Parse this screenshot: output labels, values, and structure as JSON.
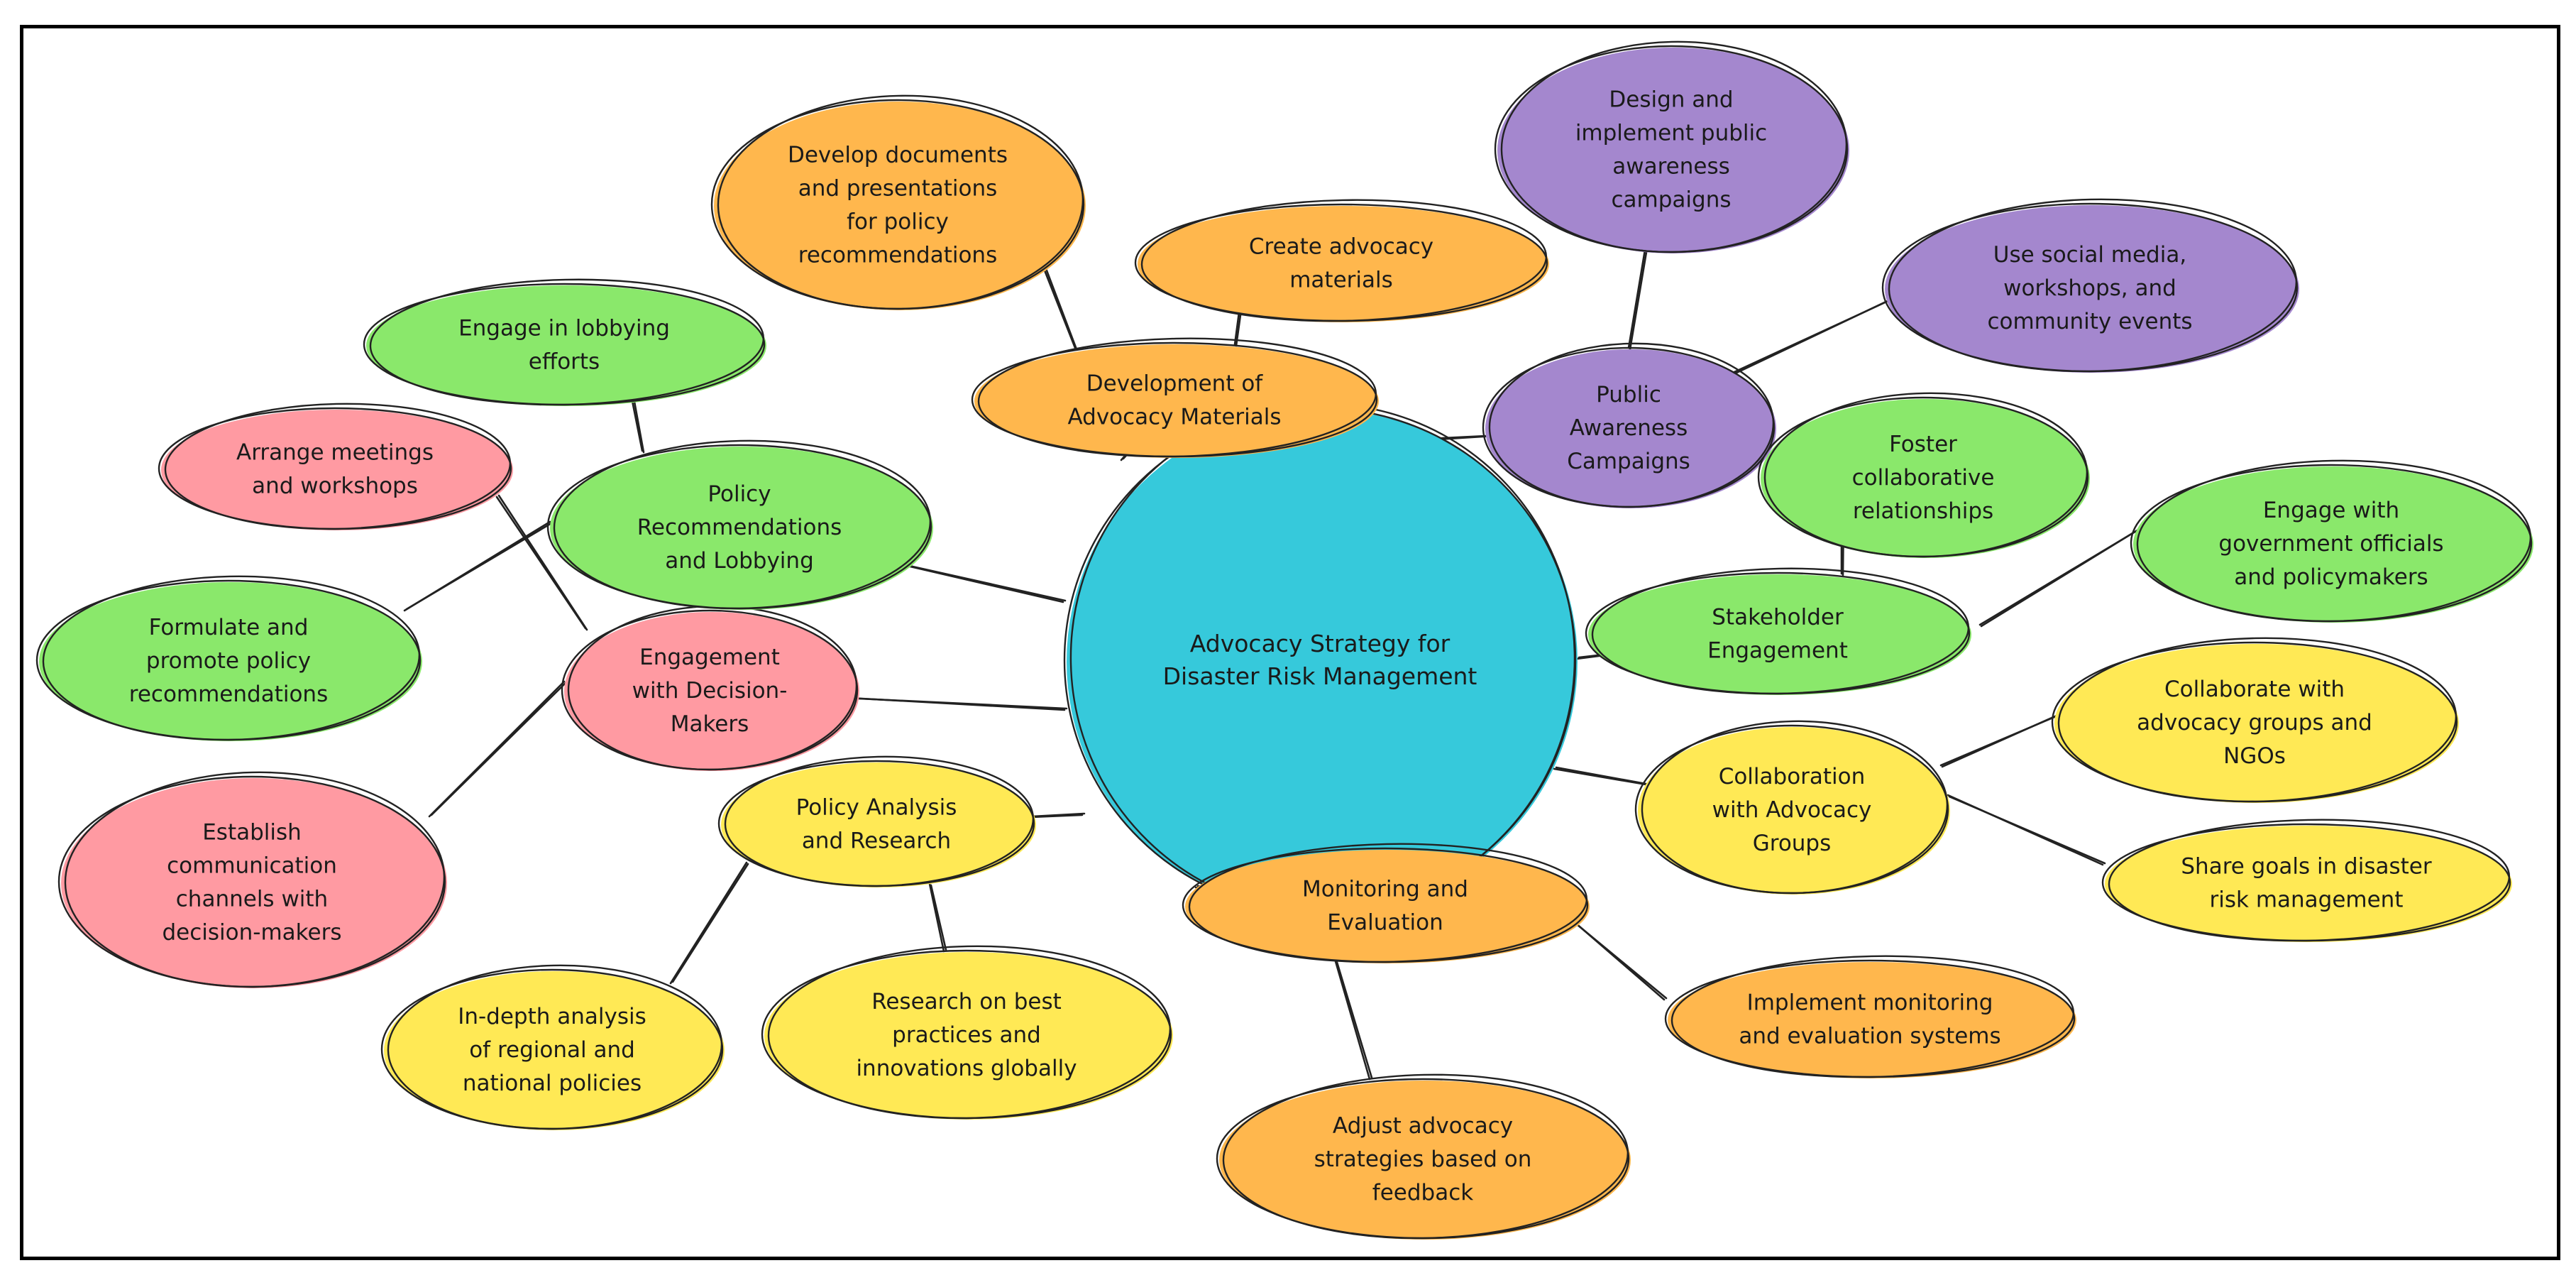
{
  "colors": {
    "center": "#36C9DB",
    "orange": "#FFB74D",
    "purple": "#A487CE",
    "green": "#8AE86B",
    "pink": "#FF9AA2",
    "yellow": "#FFE955"
  },
  "center": {
    "label": "Advocacy Strategy for Disaster Risk Management"
  },
  "branches": [
    {
      "id": "development",
      "label": "Development of Advocacy Materials",
      "color": "orange",
      "children": [
        "Develop documents and presentations for policy recommendations",
        "Create advocacy materials"
      ]
    },
    {
      "id": "public",
      "label": "Public Awareness Campaigns",
      "color": "purple",
      "children": [
        "Design and implement public awareness campaigns",
        "Use social media, workshops, and community events"
      ]
    },
    {
      "id": "stakeholder",
      "label": "Stakeholder Engagement",
      "color": "green",
      "children": [
        "Foster collaborative relationships",
        "Engage with government officials and policymakers"
      ]
    },
    {
      "id": "collaboration",
      "label": "Collaboration with Advocacy Groups",
      "color": "yellow",
      "children": [
        "Collaborate with advocacy groups and NGOs",
        "Share goals in disaster risk management"
      ]
    },
    {
      "id": "monitoring",
      "label": "Monitoring and Evaluation",
      "color": "orange",
      "children": [
        "Implement monitoring and evaluation systems",
        "Adjust advocacy strategies based on feedback"
      ]
    },
    {
      "id": "analysis",
      "label": "Policy Analysis and Research",
      "color": "yellow",
      "children": [
        "In-depth analysis of regional and national policies",
        "Research on best practices and innovations globally"
      ]
    },
    {
      "id": "engagement",
      "label": "Engagement with Decision-Makers",
      "color": "pink",
      "children": [
        "Arrange meetings and workshops",
        "Establish communication channels with decision-makers"
      ]
    },
    {
      "id": "policy",
      "label": "Policy Recommendations and Lobbying",
      "color": "green",
      "children": [
        "Engage in lobbying efforts",
        "Formulate and promote policy recommendations"
      ]
    }
  ]
}
